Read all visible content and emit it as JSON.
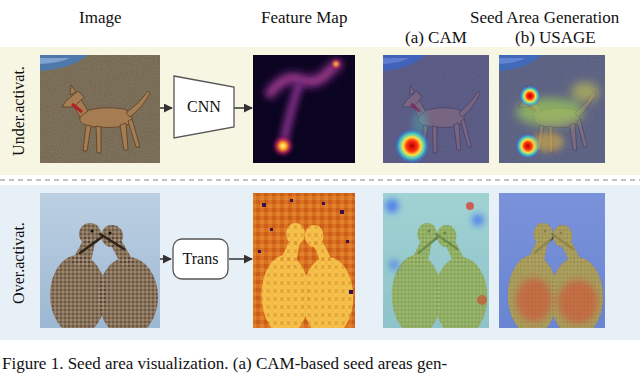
{
  "diagram": {
    "caption": "Figure 1. Seed area visualization. (a) CAM-based seed areas gen-",
    "nodes": [
      {
        "text": [
          "Under.activat."
        ]
      },
      {
        "text": [
          "CNN"
        ],
        "in": 0
      },
      {
        "text": [
          "Over.activat."
        ]
      },
      {
        "text": [
          "Trans"
        ],
        "in": 2
      }
    ],
    "labels": [
      "Image",
      "Feature Map",
      "Seed Area Generation",
      "(a) CAM",
      "(b) USAGE"
    ]
  }
}
